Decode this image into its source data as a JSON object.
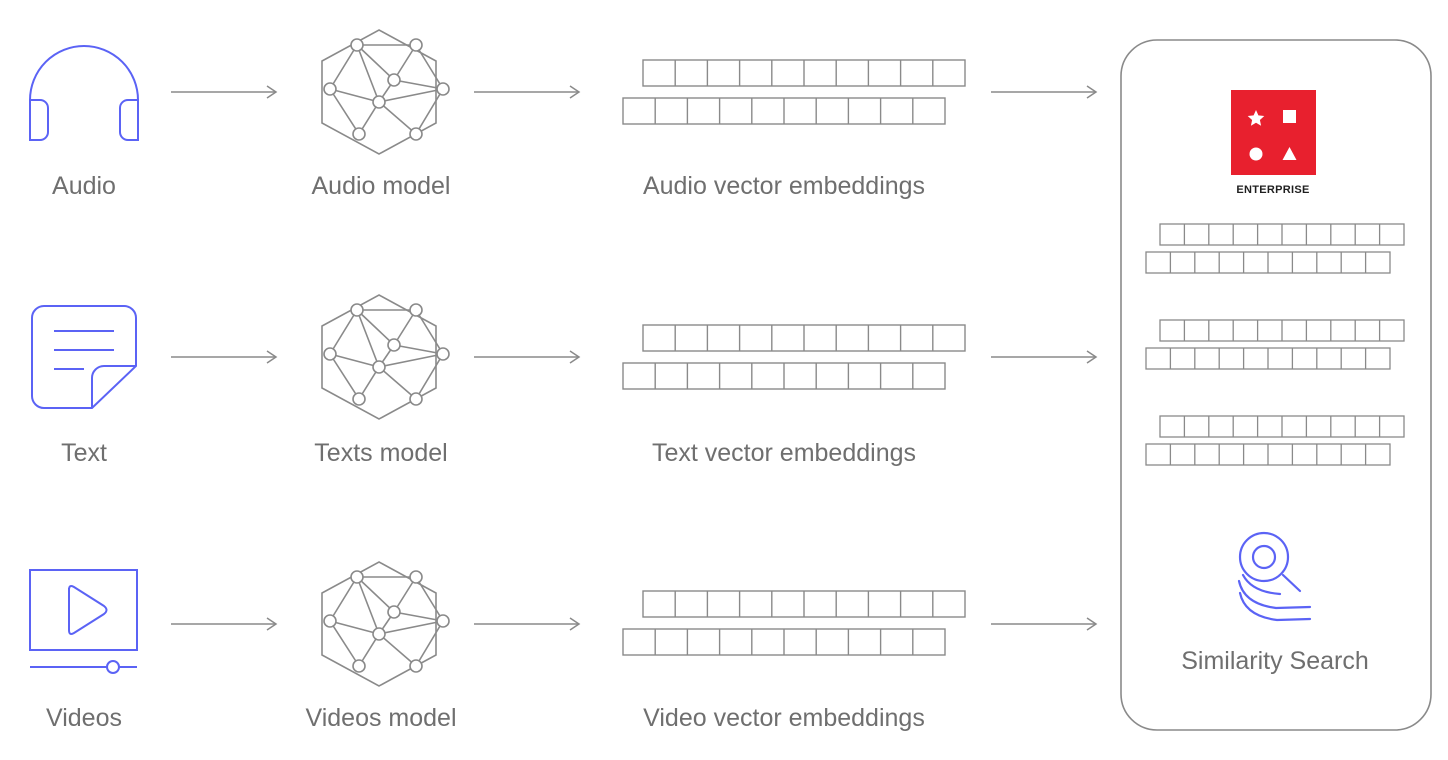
{
  "colors": {
    "accent": "#5b63f5",
    "gray": "#8a8a8a",
    "label": "#6f6f6f",
    "enterprise_red": "#e8202e"
  },
  "rows": [
    {
      "source_label": "Audio",
      "source_icon": "headphones-icon",
      "model_label": "Audio model",
      "embeddings_label": "Audio vector embeddings"
    },
    {
      "source_label": "Text",
      "source_icon": "document-icon",
      "model_label": "Texts model",
      "embeddings_label": "Text vector embeddings"
    },
    {
      "source_label": "Videos",
      "source_icon": "video-player-icon",
      "model_label": "Videos model",
      "embeddings_label": "Video vector embeddings"
    }
  ],
  "database": {
    "logo_icon": "enterprise-logo-icon",
    "logo_label": "ENTERPRISE",
    "search_icon": "similarity-search-icon",
    "search_label": "Similarity Search"
  }
}
